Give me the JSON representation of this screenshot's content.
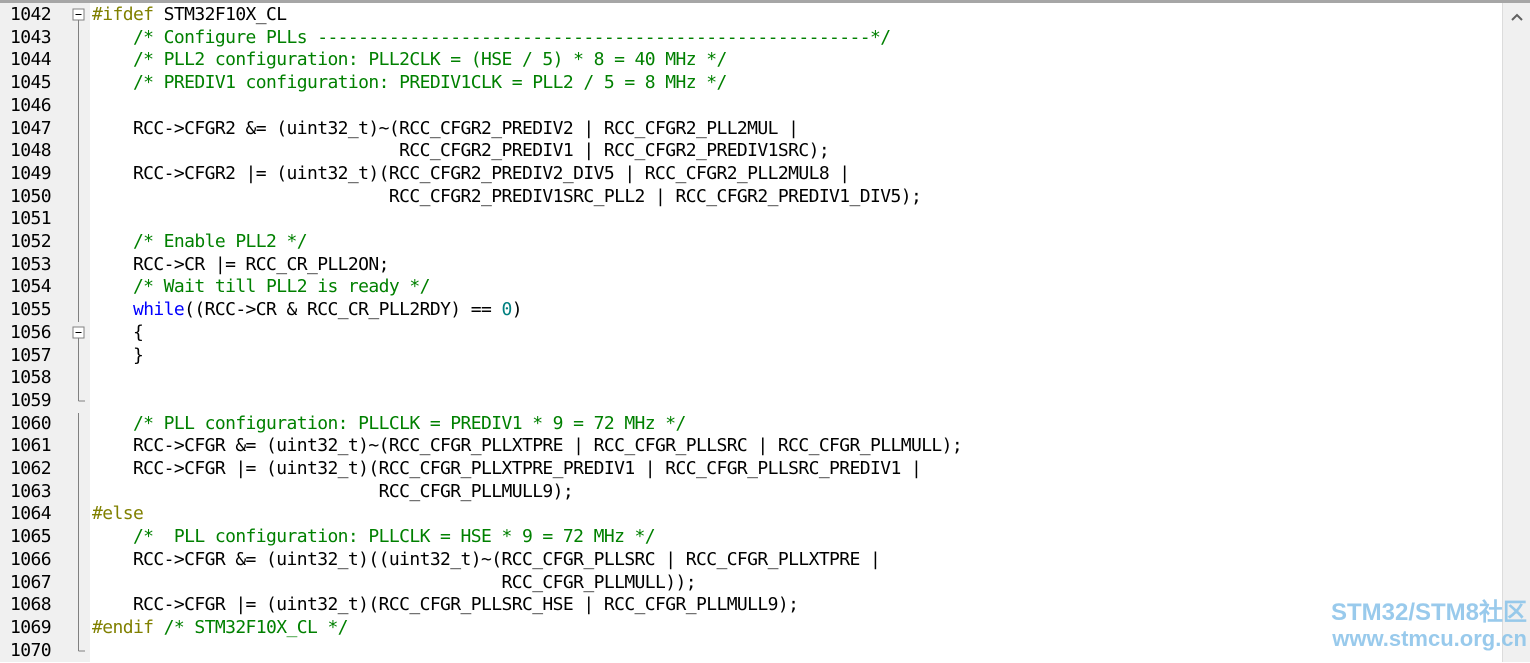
{
  "editor": {
    "lines": [
      {
        "no": "1042",
        "fold": "minus",
        "segs": [
          {
            "t": "#ifdef",
            "c": "p"
          },
          {
            "t": " STM32F10X_CL",
            "c": ""
          }
        ]
      },
      {
        "no": "1043",
        "fold": "line",
        "segs": [
          {
            "t": "    /* Configure PLLs ------------------------------------------------------*/",
            "c": "c"
          }
        ]
      },
      {
        "no": "1044",
        "fold": "line",
        "segs": [
          {
            "t": "    /* PLL2 configuration: PLL2CLK = (HSE / 5) * 8 = 40 MHz */",
            "c": "c"
          }
        ]
      },
      {
        "no": "1045",
        "fold": "line",
        "segs": [
          {
            "t": "    /* PREDIV1 configuration: PREDIV1CLK = PLL2 / 5 = 8 MHz */",
            "c": "c"
          }
        ]
      },
      {
        "no": "1046",
        "fold": "line",
        "segs": []
      },
      {
        "no": "1047",
        "fold": "line",
        "segs": [
          {
            "t": "    RCC->CFGR2 &= (uint32_t)~(RCC_CFGR2_PREDIV2 | RCC_CFGR2_PLL2MUL |",
            "c": ""
          }
        ]
      },
      {
        "no": "1048",
        "fold": "line",
        "segs": [
          {
            "t": "                              RCC_CFGR2_PREDIV1 | RCC_CFGR2_PREDIV1SRC);",
            "c": ""
          }
        ]
      },
      {
        "no": "1049",
        "fold": "line",
        "segs": [
          {
            "t": "    RCC->CFGR2 |= (uint32_t)(RCC_CFGR2_PREDIV2_DIV5 | RCC_CFGR2_PLL2MUL8 |",
            "c": ""
          }
        ]
      },
      {
        "no": "1050",
        "fold": "line",
        "segs": [
          {
            "t": "                             RCC_CFGR2_PREDIV1SRC_PLL2 | RCC_CFGR2_PREDIV1_DIV5);",
            "c": ""
          }
        ]
      },
      {
        "no": "1051",
        "fold": "line",
        "segs": []
      },
      {
        "no": "1052",
        "fold": "line",
        "segs": [
          {
            "t": "    /* Enable PLL2 */",
            "c": "c"
          }
        ]
      },
      {
        "no": "1053",
        "fold": "line",
        "segs": [
          {
            "t": "    RCC->CR |= RCC_CR_PLL2ON;",
            "c": ""
          }
        ]
      },
      {
        "no": "1054",
        "fold": "line",
        "segs": [
          {
            "t": "    /* Wait till PLL2 is ready */",
            "c": "c"
          }
        ]
      },
      {
        "no": "1055",
        "fold": "line",
        "segs": [
          {
            "t": "    ",
            "c": ""
          },
          {
            "t": "while",
            "c": "k"
          },
          {
            "t": "((RCC->CR & RCC_CR_PLL2RDY) == ",
            "c": ""
          },
          {
            "t": "0",
            "c": "n"
          },
          {
            "t": ")",
            "c": ""
          }
        ]
      },
      {
        "no": "1056",
        "fold": "minus",
        "segs": [
          {
            "t": "    {",
            "c": ""
          }
        ]
      },
      {
        "no": "1057",
        "fold": "line",
        "segs": [
          {
            "t": "    }",
            "c": ""
          }
        ]
      },
      {
        "no": "1058",
        "fold": "line",
        "segs": []
      },
      {
        "no": "1059",
        "fold": "end",
        "segs": []
      },
      {
        "no": "1060",
        "fold": "line",
        "segs": [
          {
            "t": "    /* PLL configuration: PLLCLK = PREDIV1 * 9 = 72 MHz */",
            "c": "c"
          }
        ]
      },
      {
        "no": "1061",
        "fold": "line",
        "segs": [
          {
            "t": "    RCC->CFGR &= (uint32_t)~(RCC_CFGR_PLLXTPRE | RCC_CFGR_PLLSRC | RCC_CFGR_PLLMULL);",
            "c": ""
          }
        ]
      },
      {
        "no": "1062",
        "fold": "line",
        "segs": [
          {
            "t": "    RCC->CFGR |= (uint32_t)(RCC_CFGR_PLLXTPRE_PREDIV1 | RCC_CFGR_PLLSRC_PREDIV1 |",
            "c": ""
          }
        ]
      },
      {
        "no": "1063",
        "fold": "line",
        "segs": [
          {
            "t": "                            RCC_CFGR_PLLMULL9);",
            "c": ""
          }
        ]
      },
      {
        "no": "1064",
        "fold": "line",
        "segs": [
          {
            "t": "#else",
            "c": "p"
          }
        ]
      },
      {
        "no": "1065",
        "fold": "line",
        "segs": [
          {
            "t": "    /*  PLL configuration: PLLCLK = HSE * 9 = 72 MHz */",
            "c": "c"
          }
        ]
      },
      {
        "no": "1066",
        "fold": "line",
        "segs": [
          {
            "t": "    RCC->CFGR &= (uint32_t)((uint32_t)~(RCC_CFGR_PLLSRC | RCC_CFGR_PLLXTPRE |",
            "c": ""
          }
        ]
      },
      {
        "no": "1067",
        "fold": "line",
        "segs": [
          {
            "t": "                                        RCC_CFGR_PLLMULL));",
            "c": ""
          }
        ]
      },
      {
        "no": "1068",
        "fold": "line",
        "segs": [
          {
            "t": "    RCC->CFGR |= (uint32_t)(RCC_CFGR_PLLSRC_HSE | RCC_CFGR_PLLMULL9);",
            "c": ""
          }
        ]
      },
      {
        "no": "1069",
        "fold": "line",
        "segs": [
          {
            "t": "#endif",
            "c": "p"
          },
          {
            "t": " /* STM32F10X_CL */",
            "c": "c"
          }
        ]
      },
      {
        "no": "1070",
        "fold": "end",
        "segs": []
      }
    ]
  },
  "watermark": {
    "line1": "STM32/STM8社区",
    "line2": "www.stmcu.org.cn"
  },
  "icons": {
    "fold_open": "minus-box-icon",
    "scroll_up": "chevron-up-icon"
  },
  "colors": {
    "comment": "#008000",
    "keyword": "#0000ff",
    "preprocessor": "#808000",
    "number": "#008080",
    "gutter": "#f0f0f0",
    "watermark": "#8ec5ea"
  }
}
